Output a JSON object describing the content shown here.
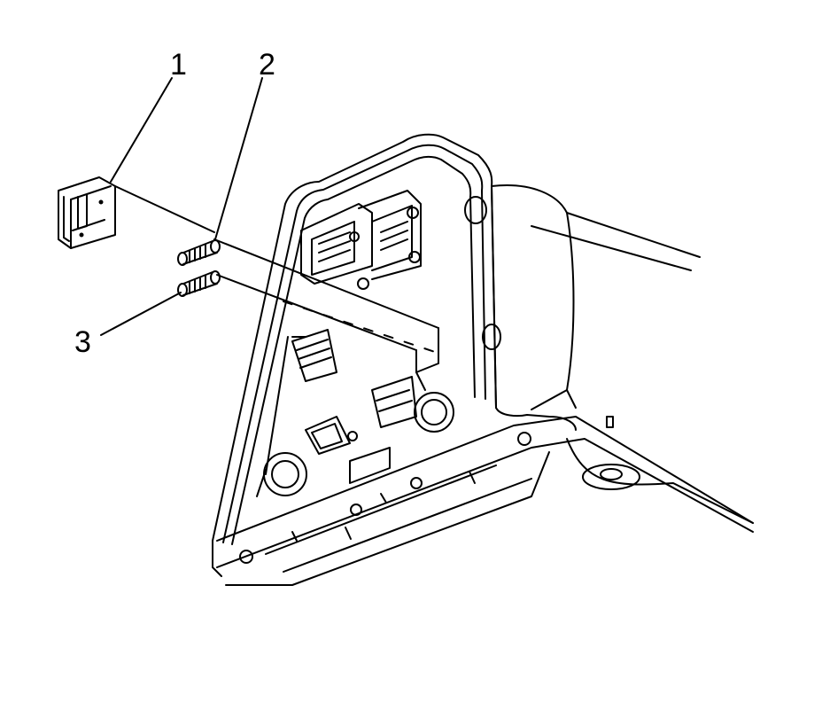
{
  "callouts": [
    {
      "id": "1",
      "label": "1"
    },
    {
      "id": "2",
      "label": "2"
    },
    {
      "id": "3",
      "label": "3"
    }
  ],
  "colors": {
    "line": "#000000",
    "background": "#ffffff",
    "fill": "#ffffff"
  }
}
